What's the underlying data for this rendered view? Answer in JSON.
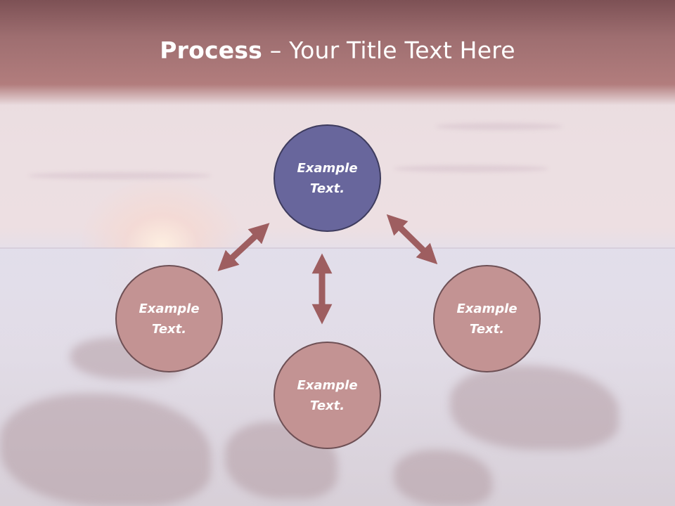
{
  "slide": {
    "title_bold": "Process",
    "title_rest": " – Your Title Text Here"
  },
  "nodes": [
    {
      "text": "Example Text."
    },
    {
      "text": "Example Text."
    },
    {
      "text": "Example Text."
    },
    {
      "text": "Example Text."
    }
  ],
  "colors": {
    "title_band": "#9e6e70",
    "top_node": "#68669c",
    "other_nodes": "#c39393",
    "arrow": "#9e5e60"
  }
}
